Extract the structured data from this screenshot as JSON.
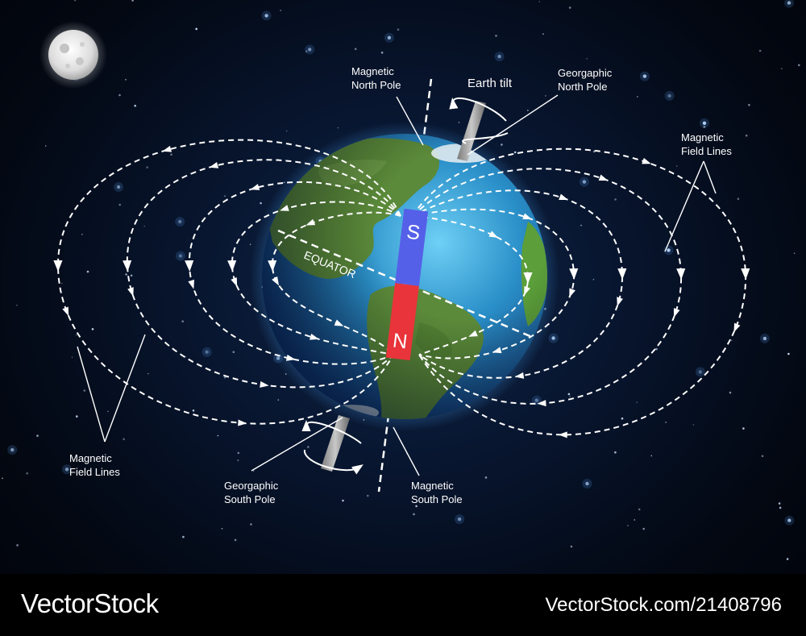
{
  "labels": {
    "magnetic_north_pole": [
      "Magnetic",
      "North Pole"
    ],
    "earth_tilt": "Earth tilt",
    "geographic_north_pole": [
      "Georgaphic",
      "North Pole"
    ],
    "field_lines_right": [
      "Magnetic",
      "Field Lines"
    ],
    "field_lines_left": [
      "Magnetic",
      "Field Lines"
    ],
    "geographic_south_pole": [
      "Georgaphic",
      "South Pole"
    ],
    "magnetic_south_pole": [
      "Magnetic",
      "South Pole"
    ],
    "equator": "EQUATOR",
    "magnet_south": "S",
    "magnet_north": "N"
  },
  "footer": {
    "brand": "VectorStock",
    "stock_id": "VectorStock.com/21408796"
  },
  "colors": {
    "magnet_south": "#5560e8",
    "magnet_north": "#e8343a",
    "ocean": "#2a8fc8",
    "land": "#5b8a3a",
    "field_line": "#ffffff"
  }
}
